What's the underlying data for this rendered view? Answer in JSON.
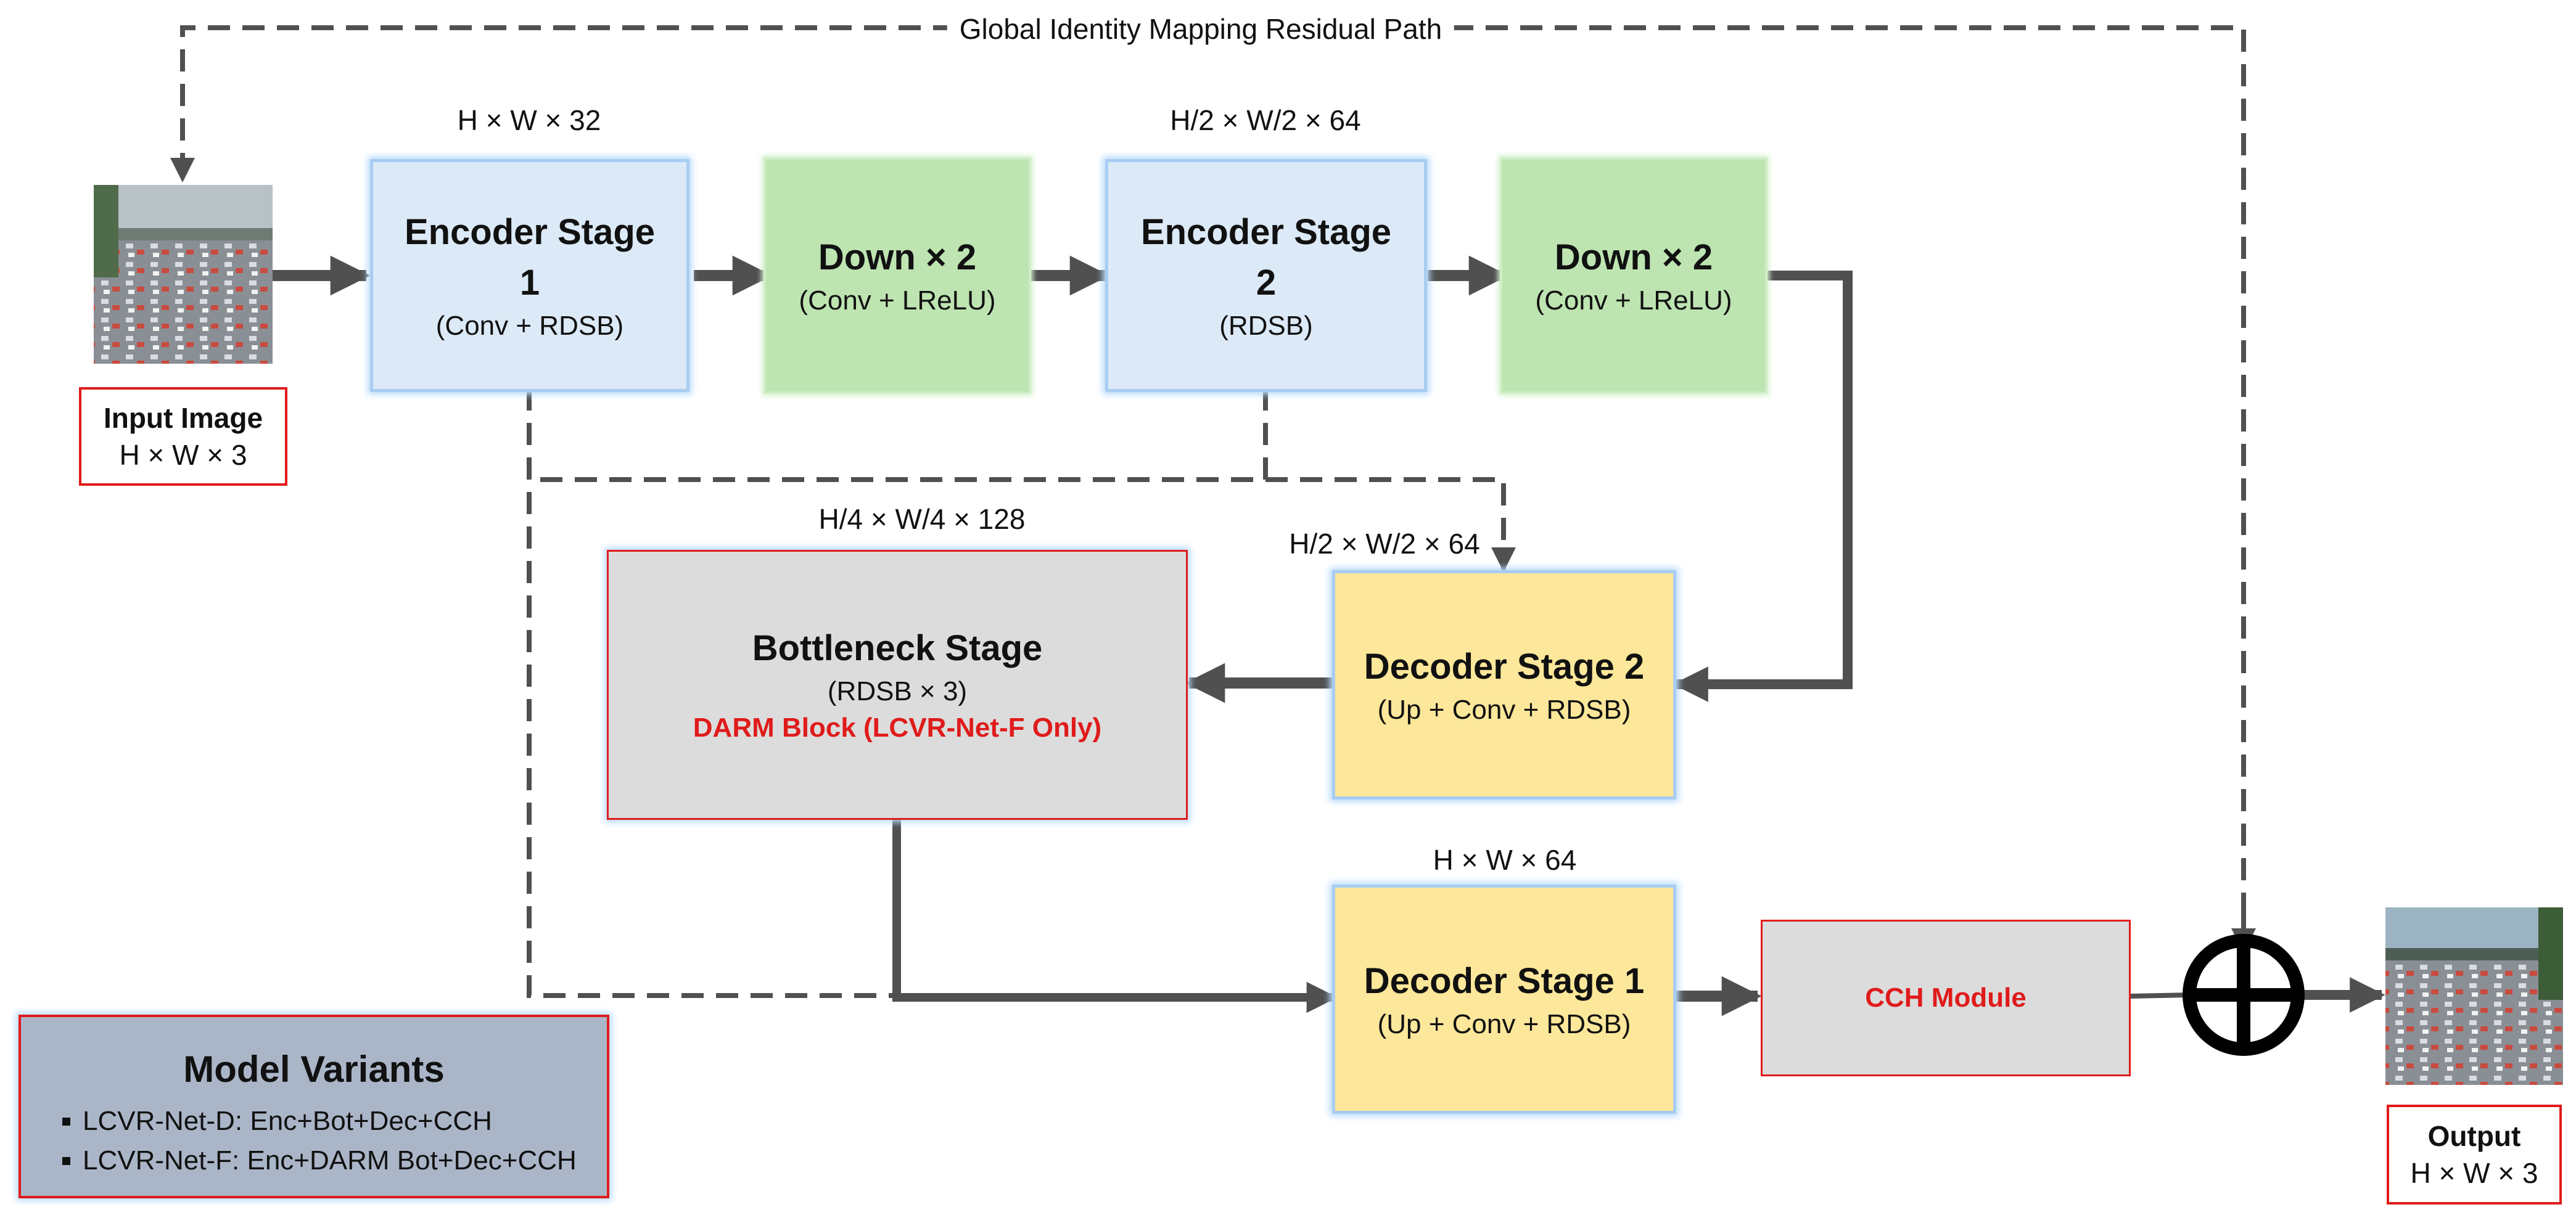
{
  "residual_path_label": "Global Identity Mapping Residual Path",
  "input": {
    "title": "Input Image",
    "dims": "H × W × 3"
  },
  "output": {
    "title": "Output",
    "dims": "H × W × 3"
  },
  "encoder1": {
    "title_line1": "Encoder Stage",
    "title_line2": "1",
    "subtitle": "(Conv + RDSB)",
    "dims": "H × W × 32"
  },
  "down1": {
    "title": "Down × 2",
    "subtitle": "(Conv + LReLU)"
  },
  "encoder2": {
    "title_line1": "Encoder Stage",
    "title_line2": "2",
    "subtitle": "(RDSB)",
    "dims": "H/2 × W/2 × 64"
  },
  "down2": {
    "title": "Down × 2",
    "subtitle": "(Conv + LReLU)"
  },
  "bottleneck": {
    "title": "Bottleneck Stage",
    "subtitle": "(RDSB × 3)",
    "note": "DARM Block (LCVR-Net-F Only)",
    "dims": "H/4 × W/4 × 128"
  },
  "decoder2": {
    "title": "Decoder Stage 2",
    "subtitle": "(Up + Conv + RDSB)",
    "dims": "H/2 × W/2 × 64"
  },
  "decoder1": {
    "title": "Decoder Stage 1",
    "subtitle": "(Up + Conv + RDSB)",
    "dims": "H × W × 64"
  },
  "cch": {
    "title": "CCH Module"
  },
  "variants": {
    "title": "Model Variants",
    "items": [
      "LCVR-Net-D: Enc+Bot+Dec+CCH",
      "LCVR-Net-F: Enc+DARM Bot+Dec+CCH"
    ]
  },
  "colors": {
    "encoder_fill": "#dce9f7",
    "down_fill": "#bde4b1",
    "decoder_fill": "#fde79a",
    "bottleneck_fill": "#dcdcdc",
    "variants_fill": "#aab6c8",
    "accent_red": "#e01b1b",
    "arrow": "#505050"
  }
}
